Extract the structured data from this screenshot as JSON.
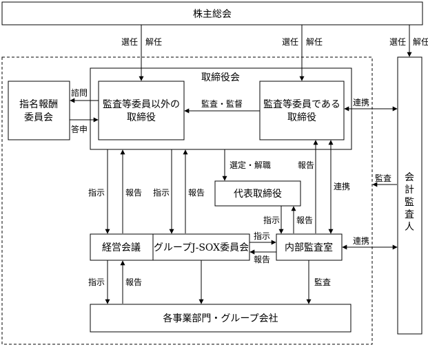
{
  "nodes": {
    "shareholders": "株主総会",
    "board": "取締役会",
    "nomination": [
      "指名報酬",
      "委員会"
    ],
    "directors_other": [
      "監査等委員以外の",
      "取締役"
    ],
    "directors_audit": [
      "監査等委員である",
      "取締役"
    ],
    "ceo": "代表取締役",
    "mgmt_meeting": "経営会議",
    "jsox": "グループJ-SOX委員会",
    "internal_audit": "内部監査室",
    "divisions": "各事業部門・グループ会社",
    "auditor": [
      "会",
      "計",
      "監",
      "査",
      "人"
    ]
  },
  "labels": {
    "appoint": "選任",
    "dismiss": "解任",
    "consult": "諮問",
    "answer": "答申",
    "audit_supervise": "監査・監督",
    "cooperate": "連携",
    "appoint_remove": "選定・解職",
    "report": "報告",
    "instruct": "指示",
    "audit": "監査"
  },
  "colors": {
    "line": "#000000",
    "background": "#ffffff"
  }
}
